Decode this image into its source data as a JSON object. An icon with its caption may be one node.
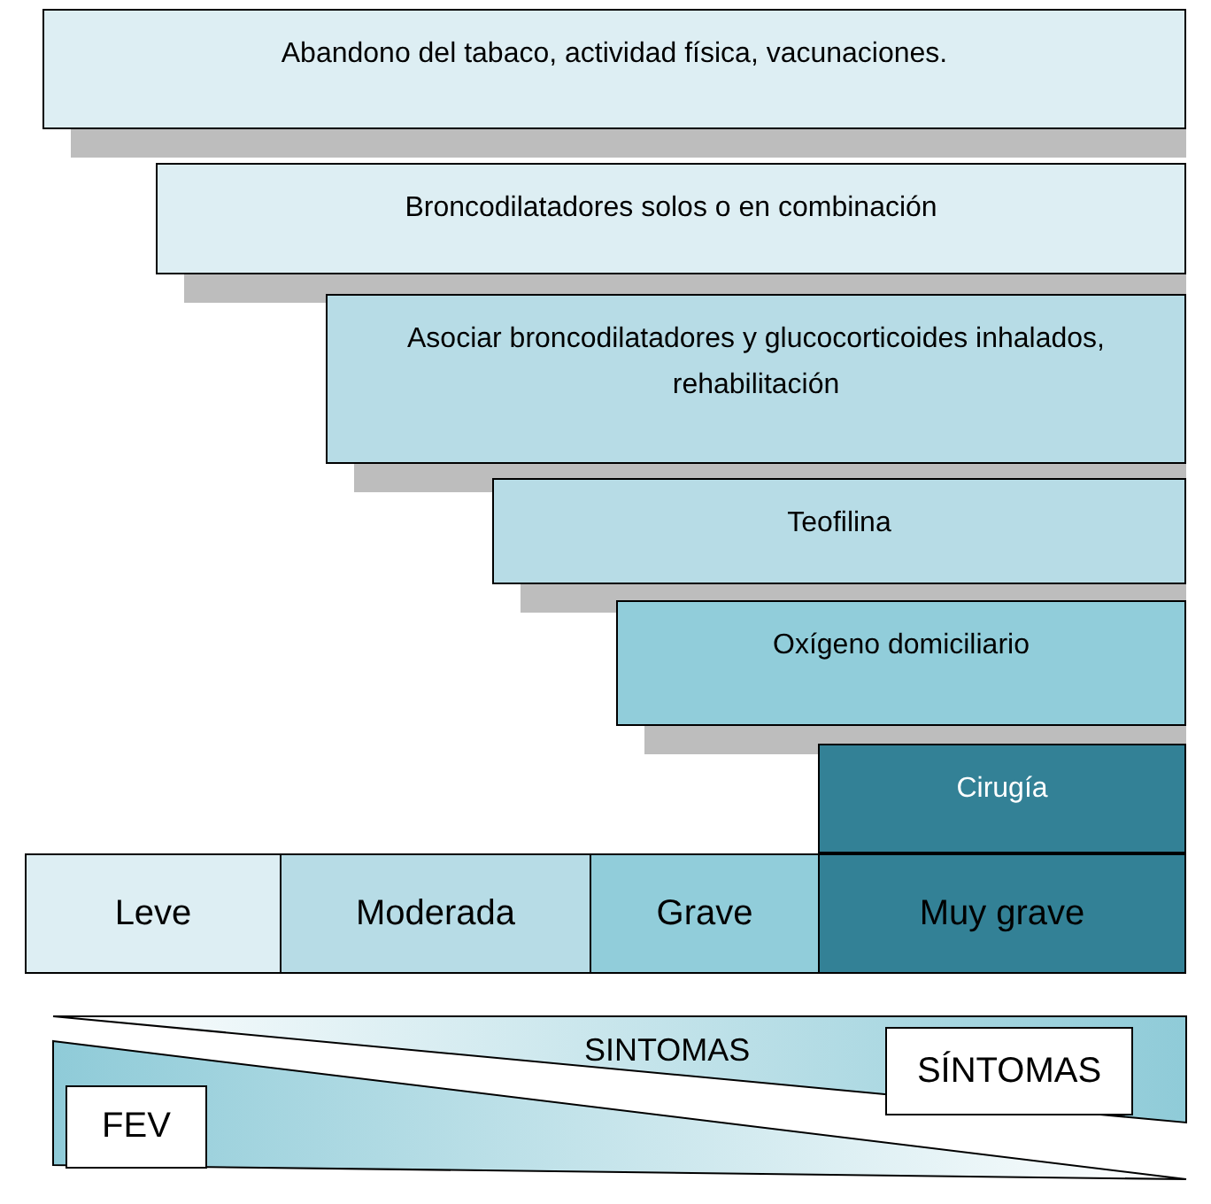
{
  "diagram": {
    "nodes": [
      {
        "text": [
          "Abandono del tabaco, actividad física, vacunaciones."
        ]
      },
      {
        "text": [
          "Broncodilatadores solos o en  combinación"
        ]
      },
      {
        "text": [
          "Asociar broncodilatadores y glucocorticoides inhalados, rehabilitación"
        ]
      },
      {
        "text": [
          "Teofilina"
        ]
      },
      {
        "text": [
          "Oxígeno domiciliario"
        ]
      },
      {
        "text": [
          "Cirugía"
        ]
      },
      {
        "text": [
          "Leve"
        ]
      },
      {
        "text": [
          "Moderada"
        ]
      },
      {
        "text": [
          "Grave"
        ]
      },
      {
        "text": [
          "Muy grave"
        ]
      },
      {
        "text": [
          "SÍNTOMAS"
        ]
      },
      {
        "text": [
          "FEV"
        ]
      }
    ],
    "edges": [],
    "labels": [
      "SINTOMAS"
    ]
  }
}
